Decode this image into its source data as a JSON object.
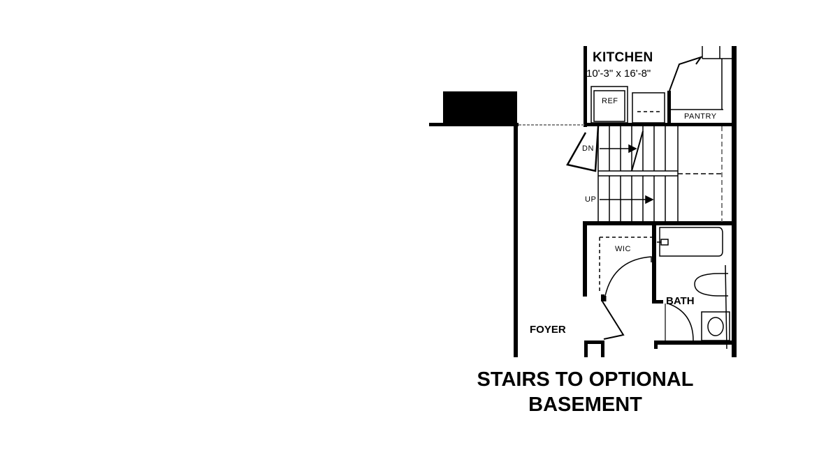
{
  "rooms": {
    "kitchen": {
      "name": "KITCHEN",
      "dims": "10'-3\" x 16'-8\""
    },
    "refrigerator": "REF",
    "pantry": "PANTRY",
    "stairs_down": "DN",
    "stairs_up": "UP",
    "closet": "WIC",
    "bath": "BATH",
    "foyer": "FOYER"
  },
  "caption": {
    "line1": "STAIRS TO OPTIONAL",
    "line2": "BASEMENT"
  }
}
